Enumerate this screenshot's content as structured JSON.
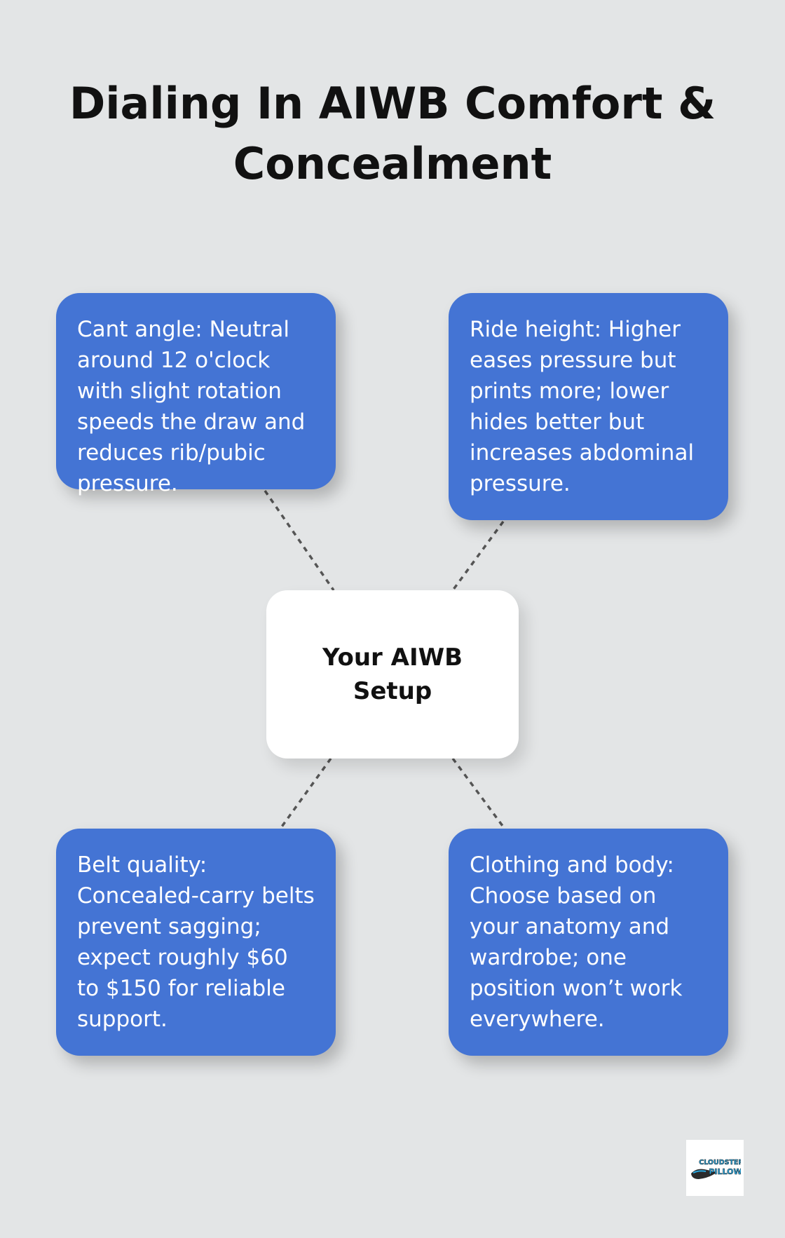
{
  "title": "Dialing In AIWB Comfort & Concealment",
  "center": {
    "label": "Your AIWB Setup"
  },
  "cards": {
    "cant_angle": "Cant angle: Neutral around 12 o'clock with slight rotation speeds the draw and reduces rib/pubic pressure.",
    "ride_height": "Ride height: Higher eases pressure but prints more; lower hides better but increases abdominal pressure.",
    "belt_quality": "Belt quality: Concealed-carry belts prevent sagging; expect roughly $60 to $150 for reliable support.",
    "clothing_body": "Clothing and body: Choose based on your anatomy and wardrobe; one position won’t work everywhere."
  },
  "logo": {
    "text": "CLOUDSTER PILLOW",
    "icon": "pillow-logo-icon"
  },
  "colors": {
    "background": "#e3e5e6",
    "card": "#4474d4",
    "center": "#ffffff",
    "connector": "#555555",
    "logo_accent": "#2aa8e0"
  }
}
